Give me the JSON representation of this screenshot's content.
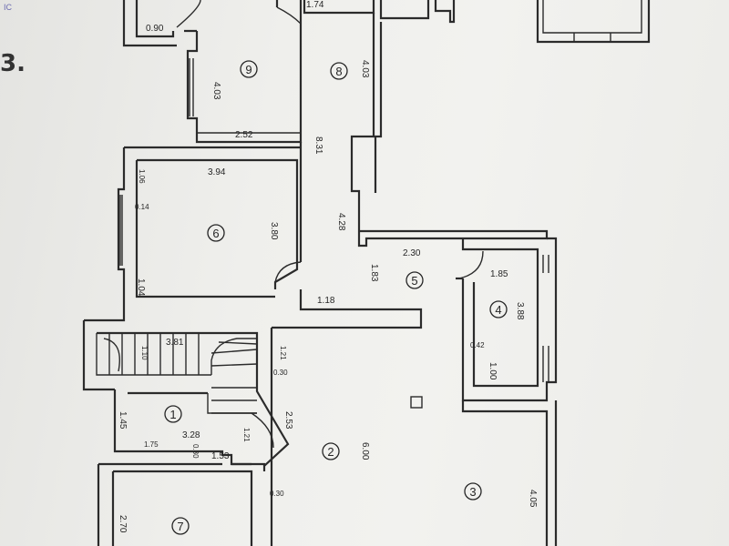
{
  "header": {
    "corner_text": "IC",
    "section_mark": "3."
  },
  "rooms": [
    {
      "id": "room-1",
      "number": "1"
    },
    {
      "id": "room-2",
      "number": "2"
    },
    {
      "id": "room-3",
      "number": "3"
    },
    {
      "id": "room-4",
      "number": "4"
    },
    {
      "id": "room-5",
      "number": "5"
    },
    {
      "id": "room-6",
      "number": "6"
    },
    {
      "id": "room-7",
      "number": "7"
    },
    {
      "id": "room-8",
      "number": "8"
    },
    {
      "id": "room-9",
      "number": "9"
    }
  ],
  "dimensions": {
    "d_0_90": "0.90",
    "d_1_74": "1.74",
    "d_4_03_room9": "4.03",
    "d_4_03_room8": "4.03",
    "d_2_52": "2.52",
    "d_8_31": "8.31",
    "d_3_94": "3.94",
    "d_1_06": "1.06",
    "d_0_14": "0.14",
    "d_3_80": "3.80",
    "d_4_28": "4.28",
    "d_1_04": "1.04",
    "d_2_30": "2.30",
    "d_1_83": "1.83",
    "d_1_18": "1.18",
    "d_1_85": "1.85",
    "d_3_88": "3.88",
    "d_0_42": "0.42",
    "d_1_00": "1.00",
    "d_3_81": "3.81",
    "d_1_10": "1.10",
    "d_1_21_top": "1.21",
    "d_0_30_a": "0.30",
    "d_1_45": "1.45",
    "d_3_28": "3.28",
    "d_2_53": "2.53",
    "d_1_21_low": "1.21",
    "d_6_00": "6.00",
    "d_1_75": "1.75",
    "d_0_30_b": "0.30",
    "d_1_53": "1.53",
    "d_0_30_c": "0.30",
    "d_4_05": "4.05",
    "d_2_70": "2.70"
  }
}
